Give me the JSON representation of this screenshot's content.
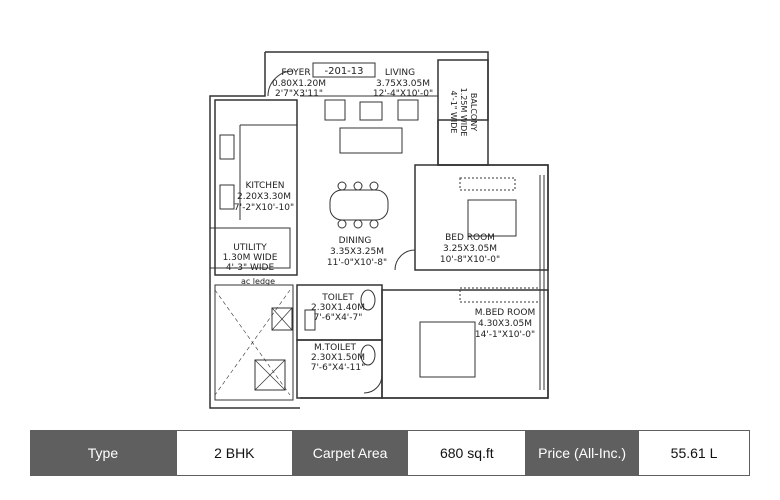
{
  "plan": {
    "unit_number": "-201-13",
    "rooms": {
      "foyer": {
        "name": "FOYER",
        "metric": "0.80X1.20M",
        "imperial": "2'7\"X3'11\""
      },
      "living": {
        "name": "LIVING",
        "metric": "3.75X3.05M",
        "imperial": "12'-4\"X10'-0\""
      },
      "balcony": {
        "name": "BALCONY",
        "metric": "1.25M WIDE",
        "imperial": "4'-1\" WIDE"
      },
      "kitchen": {
        "name": "KITCHEN",
        "metric": "2.20X3.30M",
        "imperial": "7'-2\"X10'-10\""
      },
      "dining": {
        "name": "DINING",
        "metric": "3.35X3.25M",
        "imperial": "11'-0\"X10'-8\""
      },
      "bedroom": {
        "name": "BED ROOM",
        "metric": "3.25X3.05M",
        "imperial": "10'-8\"X10'-0\""
      },
      "utility": {
        "name": "UTILITY",
        "metric": "1.30M WIDE",
        "imperial": "4'-3\" WIDE"
      },
      "toilet": {
        "name": "TOILET",
        "metric": "2.30X1.40M",
        "imperial": "7'-6\"X4'-7\""
      },
      "mbedroom": {
        "name": "M.BED ROOM",
        "metric": "4.30X3.05M",
        "imperial": "14'-1\"X10'-0\""
      },
      "mtoilet": {
        "name": "M.TOILET",
        "metric": "2.30X1.50M",
        "imperial": "7'-6\"X4'-11\""
      }
    },
    "ac_ledge": "ac ledge"
  },
  "info": {
    "type_label": "Type",
    "type_value": "2 BHK",
    "area_label": "Carpet Area",
    "area_value": "680 sq.ft",
    "price_label": "Price (All-Inc.)",
    "price_value": "55.61 L"
  },
  "colors": {
    "bar": "#5f5f5f",
    "wall": "#333333"
  }
}
